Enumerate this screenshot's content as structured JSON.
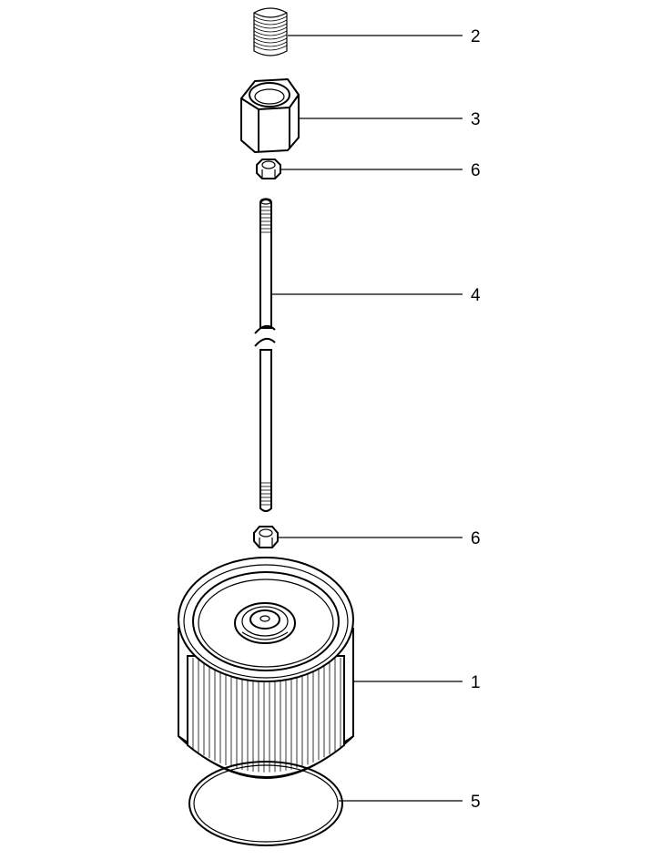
{
  "callouts": [
    {
      "id": "spring",
      "label": "2"
    },
    {
      "id": "hex-coupling",
      "label": "3"
    },
    {
      "id": "nut-top",
      "label": "6"
    },
    {
      "id": "threaded-rod",
      "label": "4"
    },
    {
      "id": "nut-bottom",
      "label": "6"
    },
    {
      "id": "filter-cartridge",
      "label": "1"
    },
    {
      "id": "gasket-ring",
      "label": "5"
    }
  ],
  "colors": {
    "line": "#000000",
    "background": "#ffffff"
  }
}
